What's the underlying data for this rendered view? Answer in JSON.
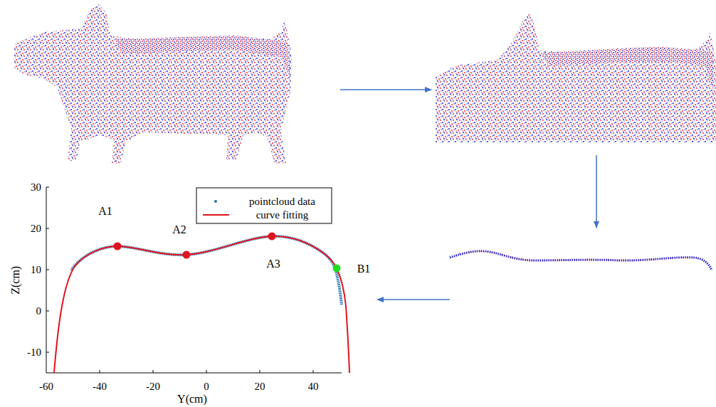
{
  "diagram": {
    "labels": [
      "30",
      "20",
      "10",
      "0",
      "-10",
      "-60",
      "-40",
      "-20",
      "0",
      "20",
      "40",
      "Z(cm)",
      "Y(cm)",
      "A1",
      "A2",
      "A3",
      "B1"
    ],
    "legend": [
      {
        "text": "pointcloud data"
      },
      {
        "text": "curve fitting"
      }
    ]
  }
}
